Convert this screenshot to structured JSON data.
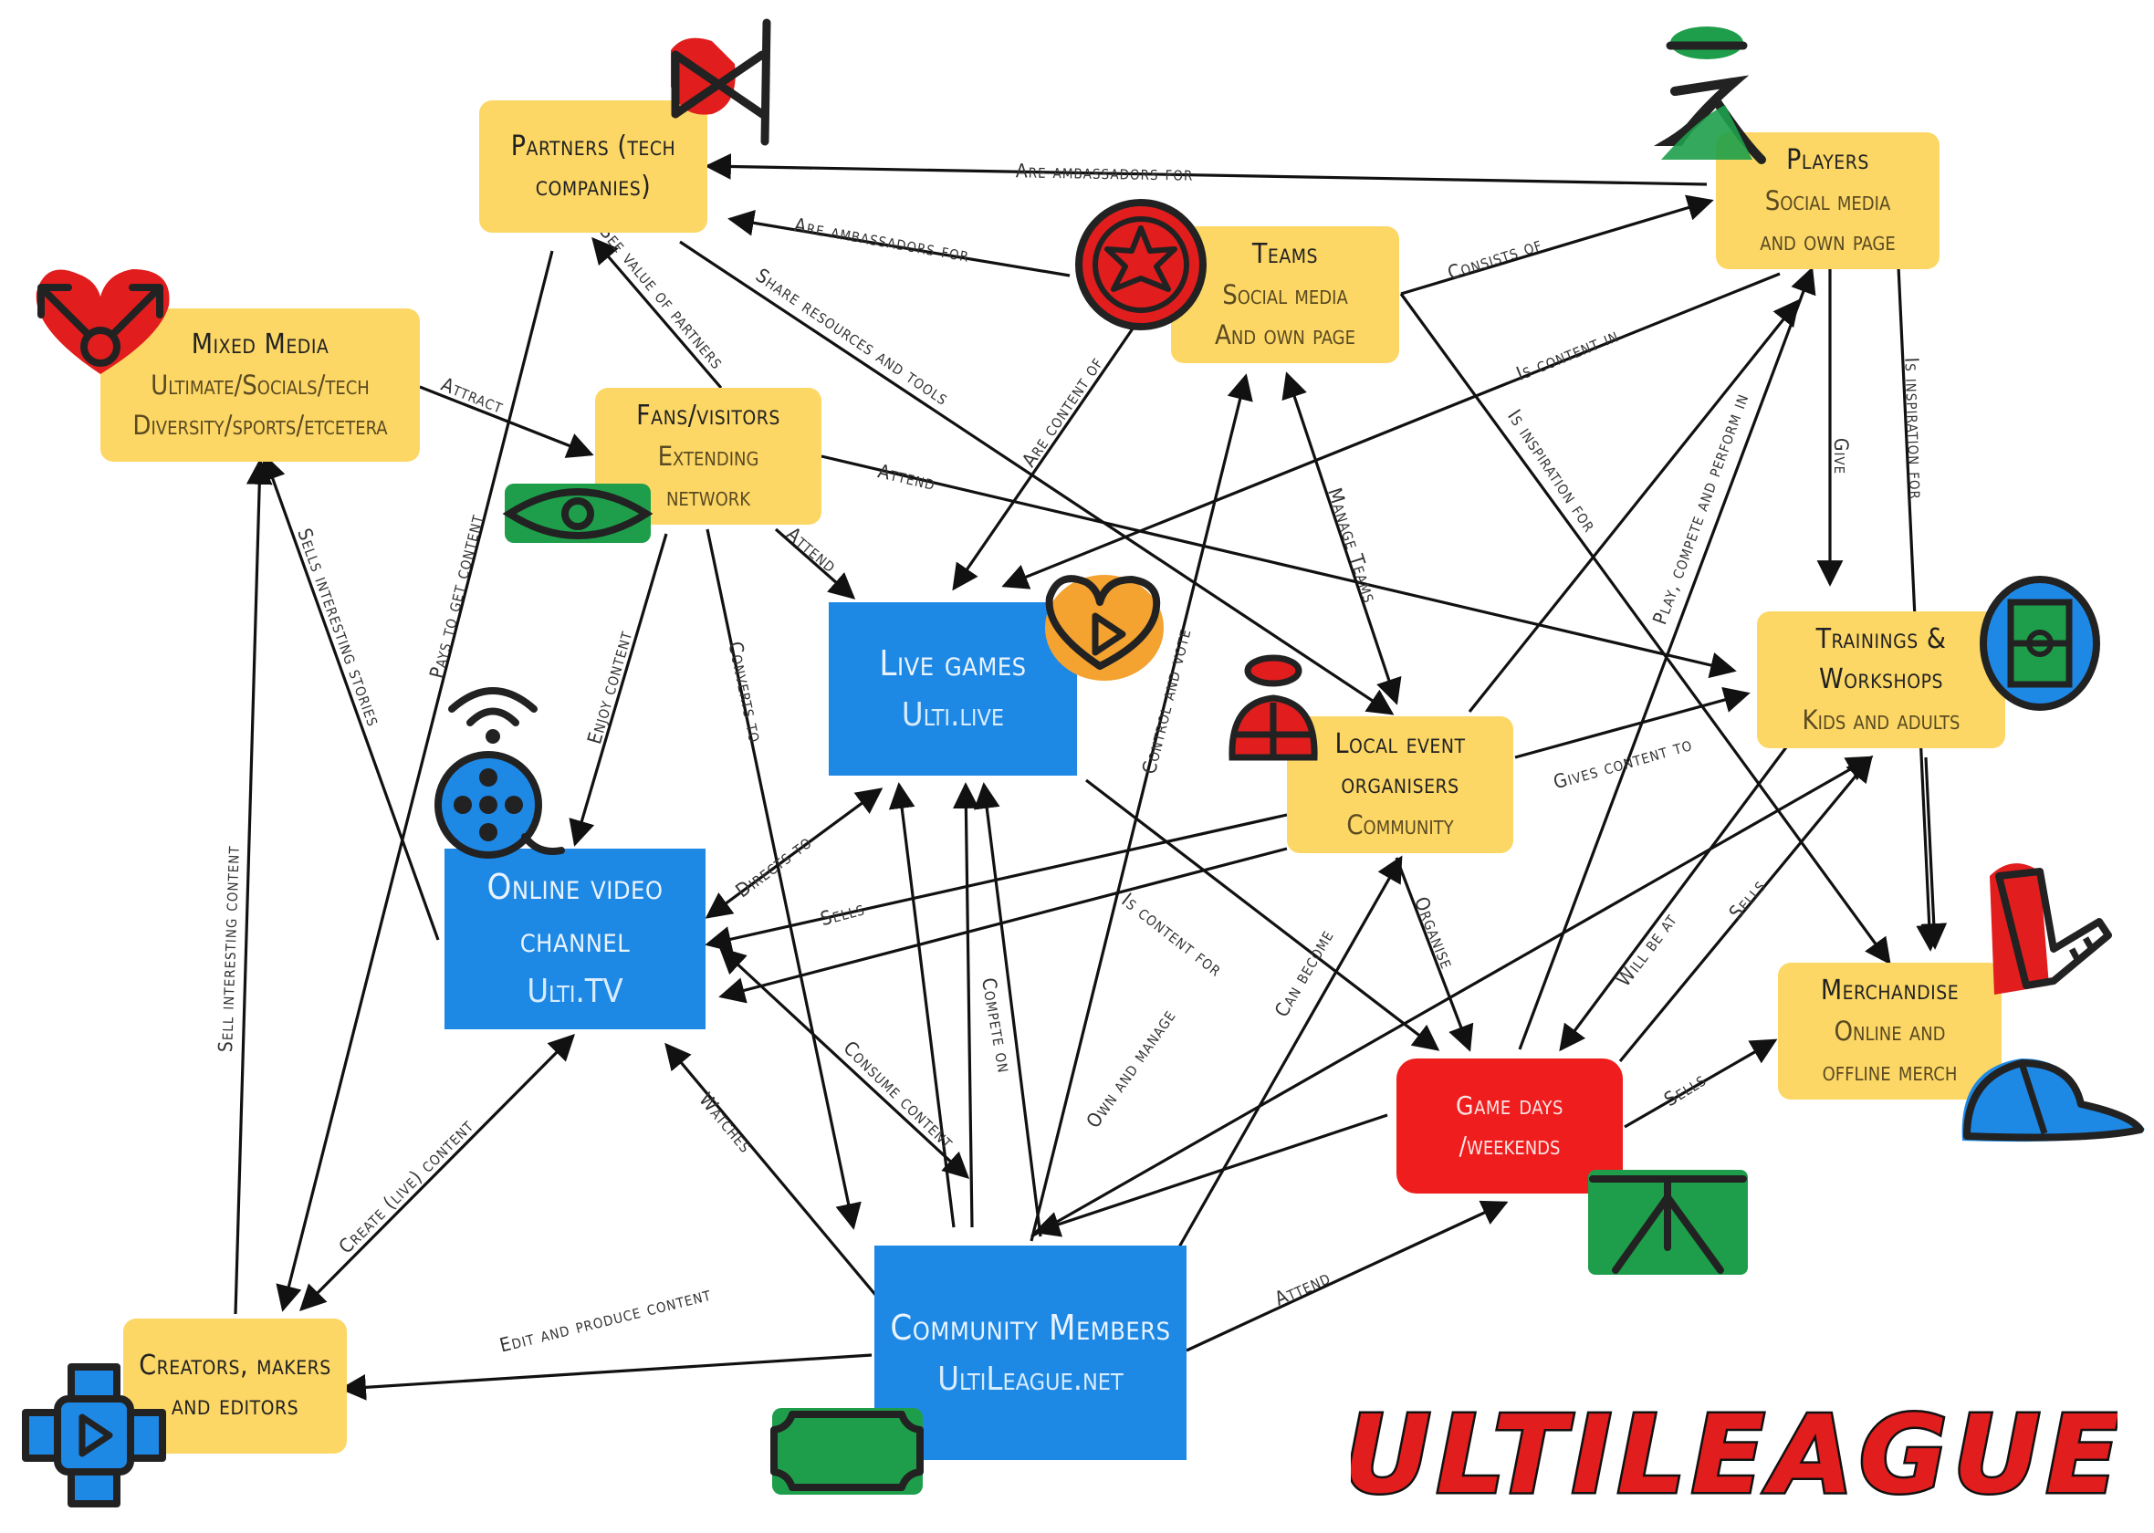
{
  "nodes": {
    "partners": {
      "title": "Partners (tech",
      "sub": "companies)"
    },
    "players": {
      "title": "Players",
      "sub": "Social media",
      "sub2": "and own page"
    },
    "teams": {
      "title": "Teams",
      "sub": "Social media",
      "sub2": "And own page"
    },
    "mixed_media": {
      "title": "Mixed Media",
      "sub": "Ultimate/Socials/tech",
      "sub2": "Diversity/sports/etcetera"
    },
    "fans": {
      "title": "Fans/visitors",
      "sub": "Extending",
      "sub2": "network"
    },
    "live_games": {
      "title": "Live games",
      "sub": "Ulti.live"
    },
    "trainings": {
      "title": "Trainings &",
      "sub": "Workshops",
      "sub2": "Kids and adults"
    },
    "local_event": {
      "title": "Local event",
      "sub": "organisers",
      "sub2": "Community"
    },
    "online_video": {
      "title": "Online video",
      "sub": "channel",
      "sub2": "Ulti.TV"
    },
    "merchandise": {
      "title": "Merchandise",
      "sub": "Online and",
      "sub2": "offline merch"
    },
    "game_days": {
      "title": "Game days",
      "sub": "/weekends"
    },
    "community": {
      "title": "Community Members",
      "sub": "UltiLeague.net"
    },
    "creators": {
      "title": "Creators, makers",
      "sub": "and editors"
    }
  },
  "edge_labels": [
    "Are ambassadors for",
    "Are ambassadors for",
    "Consists of",
    "See value of partners",
    "Share resources and tools",
    "Attract",
    "Attend",
    "Attend",
    "Are content of",
    "Is content in",
    "Give",
    "Is inspiration for",
    "Is inspiration for",
    "Manage Teams",
    "Play, compete and perform in",
    "Pays to get content",
    "Sells interesting stories",
    "Enjoy content",
    "Converts to",
    "Control and vote",
    "Gives content to",
    "Directs to",
    "Sells",
    "Is content for",
    "Can become",
    "Organise",
    "Will be at",
    "Sells",
    "Sells",
    "Compete on",
    "Consume content",
    "Own and manage",
    "Watches",
    "Create (live) content",
    "Sell interesting content",
    "Edit and produce content",
    "Attend"
  ],
  "logo": "ULTILEAGUE",
  "colors": {
    "yellow": "#fcd765",
    "blue": "#1e88e5",
    "red": "#ef1d1d",
    "green": "#1e9e4a",
    "ink": "#222222"
  },
  "icons": [
    "speaker-icon",
    "person-icon",
    "star-badge-icon",
    "heart-icon",
    "eye-icon",
    "heart-play-icon",
    "film-reel-icon",
    "helmet-icon",
    "field-icon",
    "jersey-icon",
    "cap-icon",
    "tent-icon",
    "play-cross-icon",
    "ticket-icon"
  ]
}
